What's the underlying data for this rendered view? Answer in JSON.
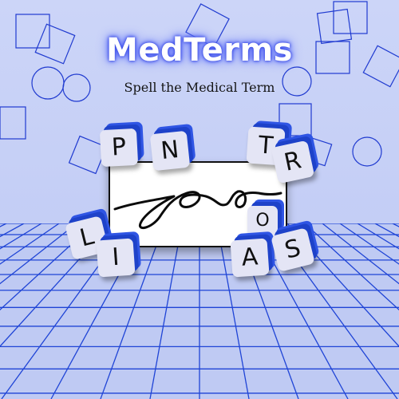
{
  "app": {
    "title": "MedTerms",
    "subtitle": "Spell the Medical Term"
  },
  "colors": {
    "title_glow": "#3a4cf0",
    "grid_lines": "#1f44d6",
    "tile_face": "#e4e5f5",
    "tile_side": "#1e42c9"
  },
  "clue": {
    "icon": "cursive-scribble-icon"
  },
  "letter_tiles": [
    {
      "letter": "P"
    },
    {
      "letter": "N"
    },
    {
      "letter": "T"
    },
    {
      "letter": "R"
    },
    {
      "letter": "L"
    },
    {
      "letter": "I"
    },
    {
      "letter": "O"
    },
    {
      "letter": "A"
    },
    {
      "letter": "S"
    }
  ]
}
